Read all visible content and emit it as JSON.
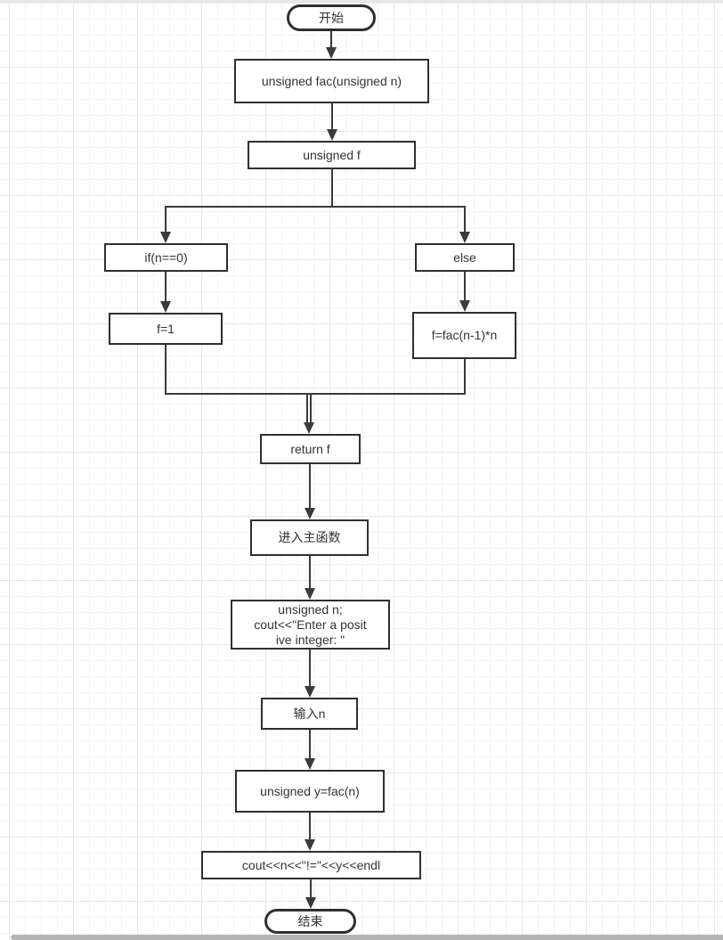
{
  "diagram": {
    "type": "flowchart",
    "title": "factorial program flowchart",
    "nodes": [
      {
        "id": "start",
        "shape": "stadium",
        "label": "开始"
      },
      {
        "id": "fac-decl",
        "shape": "rect",
        "label": "unsigned fac(unsigned n)"
      },
      {
        "id": "unsigned-f",
        "shape": "rect",
        "label": "unsigned f"
      },
      {
        "id": "if-cond",
        "shape": "rect",
        "label": "if(n==0)"
      },
      {
        "id": "else-branch",
        "shape": "rect",
        "label": "else"
      },
      {
        "id": "f-equals-1",
        "shape": "rect",
        "label": "f=1"
      },
      {
        "id": "f-recursive",
        "shape": "rect",
        "label": "f=fac(n-1)*n"
      },
      {
        "id": "return-f",
        "shape": "rect",
        "label": "return f"
      },
      {
        "id": "enter-main",
        "shape": "rect",
        "label": "进入主函数"
      },
      {
        "id": "declare-n",
        "shape": "rect",
        "label": "unsigned n;\ncout<<\"Enter a posit\nive integer: \""
      },
      {
        "id": "input-n",
        "shape": "rect",
        "label": "输入n"
      },
      {
        "id": "y-fac",
        "shape": "rect",
        "label": "unsigned y=fac(n)"
      },
      {
        "id": "cout-result",
        "shape": "rect",
        "label": "cout<<n<<\"!=\"<<y<<endl"
      },
      {
        "id": "end",
        "shape": "stadium",
        "label": "结束"
      }
    ],
    "edges": [
      {
        "from": "start",
        "to": "fac-decl"
      },
      {
        "from": "fac-decl",
        "to": "unsigned-f"
      },
      {
        "from": "unsigned-f",
        "to": "if-cond"
      },
      {
        "from": "unsigned-f",
        "to": "else-branch"
      },
      {
        "from": "if-cond",
        "to": "f-equals-1"
      },
      {
        "from": "else-branch",
        "to": "f-recursive"
      },
      {
        "from": "f-equals-1",
        "to": "return-f"
      },
      {
        "from": "f-recursive",
        "to": "return-f"
      },
      {
        "from": "return-f",
        "to": "enter-main"
      },
      {
        "from": "enter-main",
        "to": "declare-n"
      },
      {
        "from": "declare-n",
        "to": "input-n"
      },
      {
        "from": "input-n",
        "to": "y-fac"
      },
      {
        "from": "y-fac",
        "to": "cout-result"
      },
      {
        "from": "cout-result",
        "to": "end"
      }
    ],
    "colors": {
      "stroke": "#2f2f2f",
      "connector": "#3a3a3a",
      "text": "#333333",
      "background": "#ffffff",
      "grid_minor": "#f4f4f4",
      "grid_major": "#e7e7e7",
      "scrollbar_thumb": "#b4b4b4",
      "top_strip": "#e8e8ec"
    }
  }
}
